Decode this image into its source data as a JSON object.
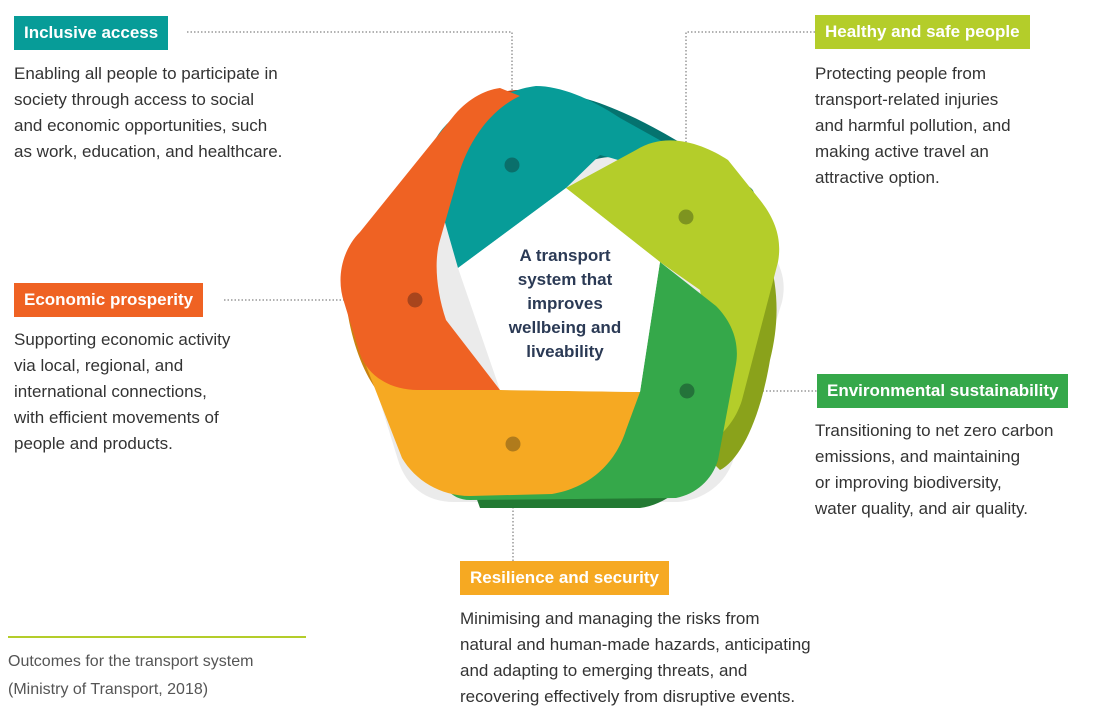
{
  "colors": {
    "inclusive": "#079c98",
    "healthy": "#b4cd2a",
    "environmental": "#35a84a",
    "resilience": "#f6a922",
    "economic": "#ef6223",
    "center_text": "#2b3a55",
    "connector": "#666666"
  },
  "center": {
    "lines": [
      "A transport",
      "system that",
      "improves",
      "wellbeing and",
      "liveability"
    ]
  },
  "outcomes": [
    {
      "key": "inclusive",
      "title": "Inclusive access",
      "lines": [
        "Enabling all people to participate in",
        "society through access to social",
        "and economic opportunities, such",
        "as work, education, and healthcare."
      ]
    },
    {
      "key": "healthy",
      "title": "Healthy and safe people",
      "lines": [
        "Protecting people from",
        "transport-related injuries",
        "and harmful pollution, and",
        "making active travel an",
        "attractive option."
      ]
    },
    {
      "key": "economic",
      "title": "Economic prosperity",
      "lines": [
        "Supporting economic activity",
        "via local, regional, and",
        "international connections,",
        "with efficient movements of",
        "people and products."
      ]
    },
    {
      "key": "environmental",
      "title": "Environmental sustainability",
      "lines": [
        "Transitioning to net zero carbon",
        "emissions, and maintaining",
        "or improving biodiversity,",
        "water quality, and air quality."
      ]
    },
    {
      "key": "resilience",
      "title": "Resilience and security",
      "lines": [
        "Minimising and managing the risks from",
        "natural and human-made hazards, anticipating",
        "and adapting to emerging threats, and",
        "recovering effectively from disruptive events."
      ]
    }
  ],
  "footer": {
    "lines": [
      "Outcomes for the transport system",
      "(Ministry of Transport, 2018)"
    ]
  }
}
